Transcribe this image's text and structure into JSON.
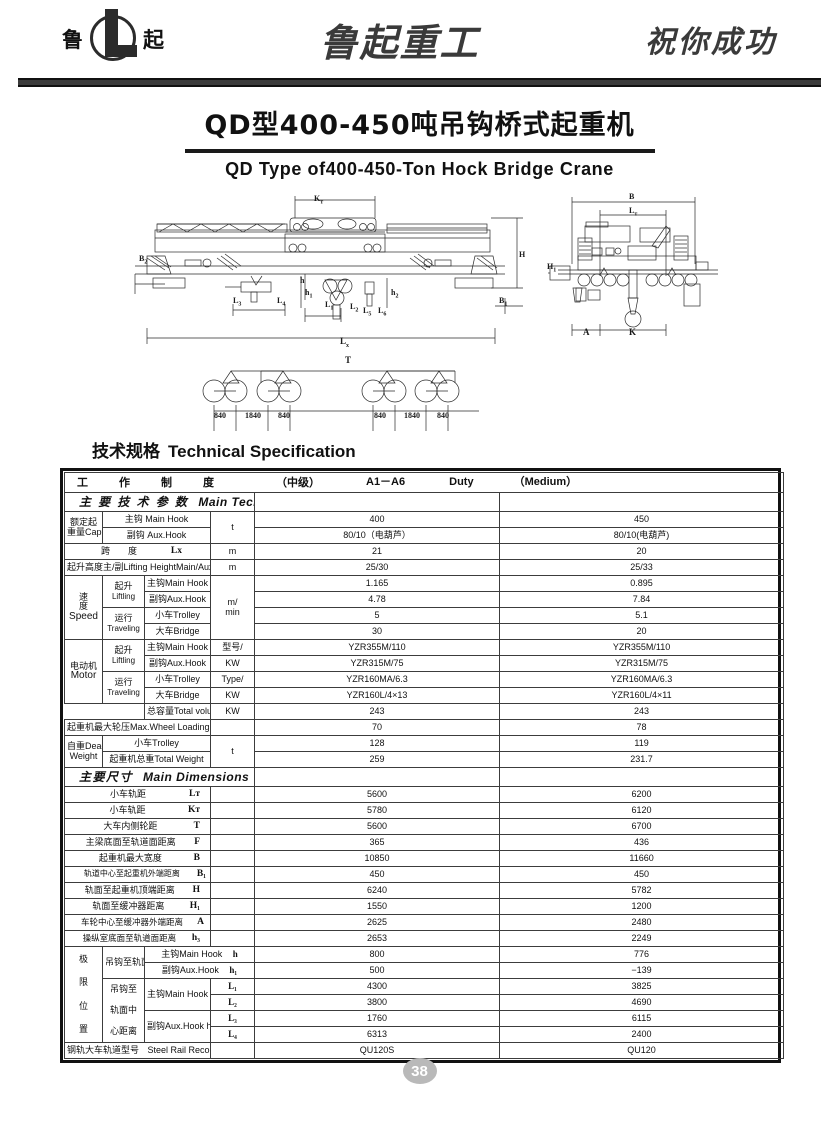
{
  "header": {
    "logo_left_cn": "鲁",
    "logo_right_cn": "起",
    "brand_script": "鲁起重工",
    "slogan": "祝你成功"
  },
  "title": {
    "cn": "QD型400-450吨吊钩桥式起重机",
    "en": "QD Type of400-450-Ton Hock Bridge Crane"
  },
  "drawings": {
    "side_view_labels": [
      "Kт",
      "H",
      "B₁",
      "B₂",
      "L₁",
      "L₂",
      "L₃",
      "L₄",
      "L₅",
      "L₆",
      "h",
      "h₁",
      "h₂",
      "Lx"
    ],
    "end_view_labels": [
      "B",
      "Lт",
      "H₁",
      "A",
      "K"
    ],
    "wheel_diagram": {
      "span_label": "T",
      "spacings": [
        "840",
        "1840",
        "840",
        "840",
        "1840",
        "840"
      ]
    }
  },
  "spec_heading": {
    "cn": "技术规格",
    "en": "Technical  Specification"
  },
  "table": {
    "duty_row": {
      "c1": "工　作　制　度",
      "c2": "（中级）",
      "c3": "A1－A6",
      "c4": "Duty",
      "c5": "（Medium）"
    },
    "section_main": {
      "cn": "主 要 技 术 参 数",
      "en": "Main  Technical  Reference"
    },
    "section_dims": {
      "cn": "主要尺寸",
      "en": "Main  Dimensions"
    },
    "units": {
      "t": "t",
      "m": "m",
      "m_min": "m/\nmin",
      "kw": "KW",
      "type_kw": "型号/\nKW\nType/\nKW"
    },
    "rows": [
      {
        "group": "额定起\n重量Cap.",
        "sub": "主钩 Main Hook",
        "unit": "t",
        "col_a": "400",
        "col_b": "450"
      },
      {
        "group": "",
        "sub": "副钩 Aux.Hook",
        "unit": "",
        "col_a": "80/10（电葫芦）",
        "col_b": "80/10(电葫芦)"
      },
      {
        "group": "跨　　度",
        "sub": "Lx",
        "unit": "m",
        "col_a": "21",
        "col_b": "20"
      },
      {
        "group": "起升高度主/副Lifting HeightMain/Aux",
        "sub": "",
        "unit": "m",
        "col_a": "25/30",
        "col_b": "25/33"
      },
      {
        "group": "速\n度\nSpeed",
        "sub": "起升 Lifting / 主钩Main Hook",
        "unit": "m/\nmin",
        "col_a": "1.165",
        "col_b": "0.895"
      },
      {
        "group": "",
        "sub": "副钩Aux.Hook",
        "unit": "",
        "col_a": "4.78",
        "col_b": "7.84"
      },
      {
        "group": "",
        "sub": "运行 Traveling / 小车Trolley",
        "unit": "",
        "col_a": "5",
        "col_b": "5.1"
      },
      {
        "group": "",
        "sub": "大车Bridge",
        "unit": "",
        "col_a": "30",
        "col_b": "20"
      },
      {
        "group": "电动机\nMotor",
        "sub": "起升 Liftling / 主钩Main Hook",
        "unit": "型号/",
        "col_a": "YZR355M/110",
        "col_b": "YZR355M/110"
      },
      {
        "group": "",
        "sub": "副钩Aux.Hook",
        "unit": "KW",
        "col_a": "YZR315M/75",
        "col_b": "YZR315M/75"
      },
      {
        "group": "",
        "sub": "运行 Traveling / 小车Trolley",
        "unit": "Type/",
        "col_a": "YZR160MA/6.3",
        "col_b": "YZR160MA/6.3"
      },
      {
        "group": "",
        "sub": "大车Bridge",
        "unit": "KW",
        "col_a": "YZR160L/4×13",
        "col_b": "YZR160L/4×11"
      },
      {
        "group": "",
        "sub": "总容量Total volume",
        "unit": "KW",
        "col_a": "243",
        "col_b": "243"
      },
      {
        "group": "起重机最大轮压Max.Wheel Loading",
        "sub": "",
        "unit": "",
        "col_a": "70",
        "col_b": "78"
      },
      {
        "group": "自重Dead-\nWeight",
        "sub": "小车Trolley",
        "unit": "t",
        "col_a": "128",
        "col_b": "119"
      },
      {
        "group": "",
        "sub": "起重机总重Total Weight",
        "unit": "",
        "col_a": "259",
        "col_b": "231.7"
      }
    ],
    "dim_rows": [
      {
        "label": "小车轨距",
        "sym": "Lᴛ",
        "col_a": "5600",
        "col_b": "6200"
      },
      {
        "label": "小车轨距",
        "sym": "Kᴛ",
        "col_a": "5780",
        "col_b": "6120"
      },
      {
        "label": "大车内侧轮距",
        "sym": "T",
        "col_a": "5600",
        "col_b": "6700"
      },
      {
        "label": "主梁底面至轨道面距离",
        "sym": "F",
        "col_a": "365",
        "col_b": "436"
      },
      {
        "label": "起重机最大宽度",
        "sym": "B",
        "col_a": "10850",
        "col_b": "11660"
      },
      {
        "label": "轨道中心至起重机外端距离",
        "sym": "B₁",
        "col_a": "450",
        "col_b": "450"
      },
      {
        "label": "轨面至起重机顶端距离",
        "sym": "H",
        "col_a": "6240",
        "col_b": "5782"
      },
      {
        "label": "轨面至缓冲器距离",
        "sym": "H₁",
        "col_a": "1550",
        "col_b": "1200"
      },
      {
        "label": "车轮中心至缓冲器外端距离",
        "sym": "A",
        "col_a": "2625",
        "col_b": "2480"
      },
      {
        "label": "操纵室底面至轨道面距离",
        "sym": "h₃",
        "col_a": "2653",
        "col_b": "2249"
      }
    ],
    "limit_group": {
      "label_cn": "极 限 位 置",
      "sub1": "吊钩至轨面距离",
      "sub2": "吊钩至轨面中心距离",
      "rows": [
        {
          "label": "主钩Main Hook",
          "sym": "h",
          "col_a": "800",
          "col_b": "776"
        },
        {
          "label": "副钩Aux.Hook",
          "sym": "h₁",
          "col_a": "500",
          "col_b": "−139"
        },
        {
          "label": "主钩Main Hook h",
          "sym": "L₁",
          "col_a": "4300",
          "col_b": "3825"
        },
        {
          "label": "",
          "sym": "L₂",
          "col_a": "3800",
          "col_b": "4690"
        },
        {
          "label": "副钩Aux.Hook h",
          "sym": "L₃",
          "col_a": "1760",
          "col_b": "6115"
        },
        {
          "label": "",
          "sym": "L₄",
          "col_a": "6313",
          "col_b": "2400"
        }
      ]
    },
    "rail_row": {
      "label_cn": "钢轨大车轨道型号",
      "label_en": "Steel Rail Recommended",
      "col_a": "QU120S",
      "col_b": "QU120"
    }
  },
  "page_number": "38"
}
